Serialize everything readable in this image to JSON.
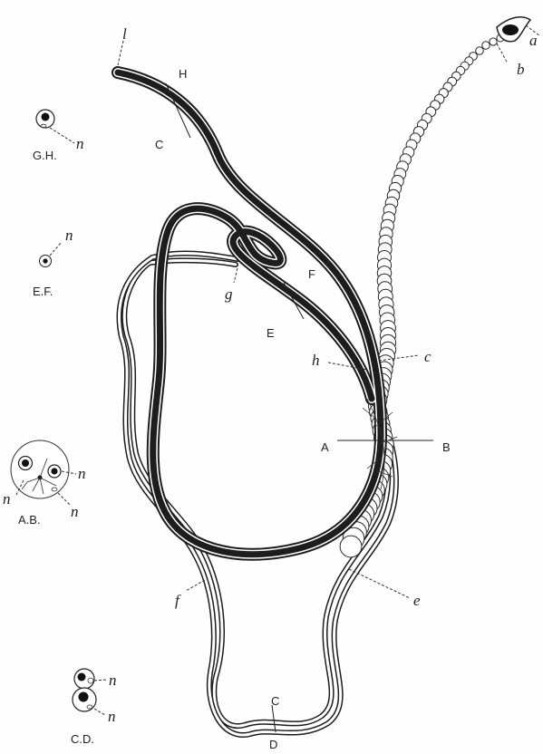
{
  "figure": {
    "part_labels": {
      "l": "l",
      "a": "a",
      "b": "b",
      "c": "c",
      "h": "h",
      "g": "g",
      "e": "e",
      "f": "f"
    },
    "section_labels": {
      "H": "H",
      "C_top": "C",
      "F": "F",
      "E": "E",
      "A": "A",
      "B": "B",
      "C_bottom": "C",
      "D": "D"
    },
    "sections": [
      {
        "caption": "G.H.",
        "nucleus_labels": [
          "n"
        ]
      },
      {
        "caption": "E.F.",
        "nucleus_labels": [
          "n"
        ]
      },
      {
        "caption": "A.B.",
        "nucleus_labels": [
          "n",
          "n",
          "n"
        ]
      },
      {
        "caption": "C.D.",
        "nucleus_labels": [
          "n",
          "n"
        ]
      }
    ]
  }
}
